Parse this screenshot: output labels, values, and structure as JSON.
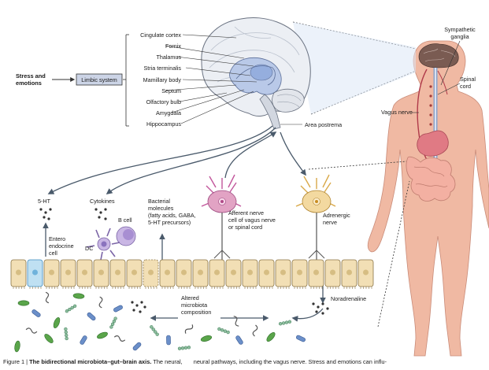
{
  "stress_label": [
    "Stress and",
    "emotions"
  ],
  "limbic_label": "Limbic system",
  "brain_regions": [
    "Cingulate cortex",
    "Fornix",
    "Thalamus",
    "Stria terminalis",
    "Mamillary body",
    "Septum",
    "Olfactory bulb",
    "Amygdala",
    "Hippocampus"
  ],
  "area_postrema": "Area postrema",
  "body_labels": {
    "sympathetic": [
      "Sympathetic",
      "ganglia"
    ],
    "spinal": [
      "Spinal",
      "cord"
    ],
    "vagus": "Vagus nerve"
  },
  "gut_labels": {
    "ht": "5-HT",
    "cytokines": "Cytokines",
    "bcell": "B cell",
    "bacterial": [
      "Bacterial",
      "molecules",
      "(fatty acids, GABA,",
      "5-HT precursors)"
    ],
    "afferent": [
      "Afferent nerve",
      "cell of vagus nerve",
      "or spinal cord"
    ],
    "adrenergic": [
      "Adrenergic",
      "nerve"
    ],
    "entero": [
      "Entero",
      "endocrine",
      "cell"
    ],
    "dc": "DC",
    "noradrenaline": "Noradrenaline",
    "altered": [
      "Altered",
      "microbiota",
      "composition"
    ]
  },
  "caption": {
    "prefix": "Figure 1 | ",
    "bold": "The bidirectional microbiota–gut–brain axis.",
    "text1": "The neural,",
    "text2": "neural pathways, including the vagus nerve. Stress and emotions can influ-"
  },
  "colors": {
    "brain": "#eceff4",
    "limbic": "#b9c9e8",
    "skin": "#f0b9a3",
    "nerve_cell": "#e2a3c4",
    "adrenergic_cell": "#f3d9a0",
    "epithelium": "#f2dfb5",
    "bacteria_green": "#5aa54a",
    "bacteria_blue": "#6b8fc9"
  }
}
